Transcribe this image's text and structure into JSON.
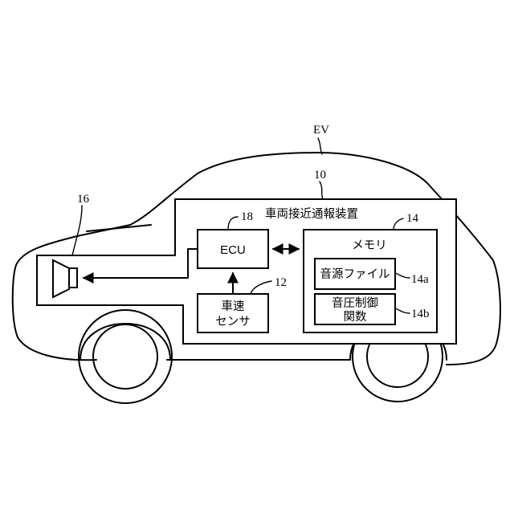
{
  "refs": {
    "vehicle": "EV",
    "device": "10",
    "speaker": "16",
    "ecu": "18",
    "speed_sensor": "12",
    "memory": "14",
    "sound_file": "14a",
    "pressure_function": "14b"
  },
  "labels": {
    "device": "車両接近通報装置",
    "ecu": "ECU",
    "memory": "メモリ",
    "sound_file": "音源ファイル",
    "speed_sensor": [
      "車速",
      "センサ"
    ],
    "pressure_function": [
      "音圧制御",
      "関数"
    ]
  }
}
